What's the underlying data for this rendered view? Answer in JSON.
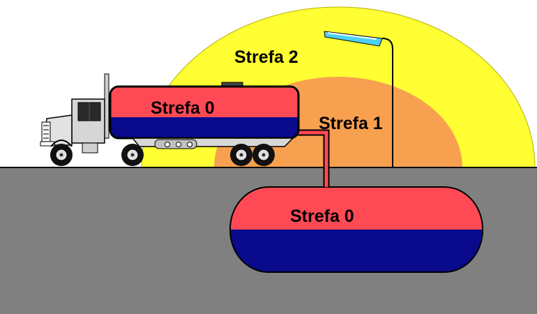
{
  "labels": {
    "zone2": "Strefa 2",
    "zone1": "Strefa 1",
    "tanker_zone0": "Strefa 0",
    "underground_zone0": "Strefa 0"
  },
  "colors": {
    "zone2": "#ffff33",
    "zone1": "#f7a050",
    "tank_upper": "#ff4a55",
    "tank_lower": "#0a0a8c",
    "ground": "#808080",
    "sky": "#ffffff",
    "pipe": "#ff4a55",
    "lamp_panel": "#4dd2f5"
  }
}
